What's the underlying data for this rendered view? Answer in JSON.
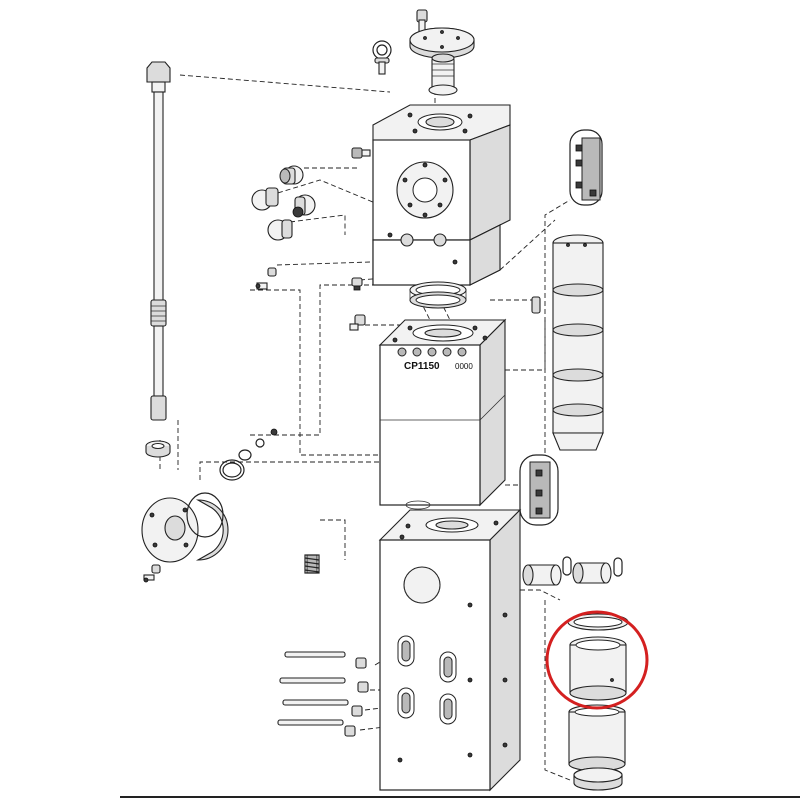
{
  "diagram": {
    "model_label": "CP1150",
    "code_label": "0000",
    "highlight_color": "#d42020",
    "highlighted_part": "bushing"
  }
}
